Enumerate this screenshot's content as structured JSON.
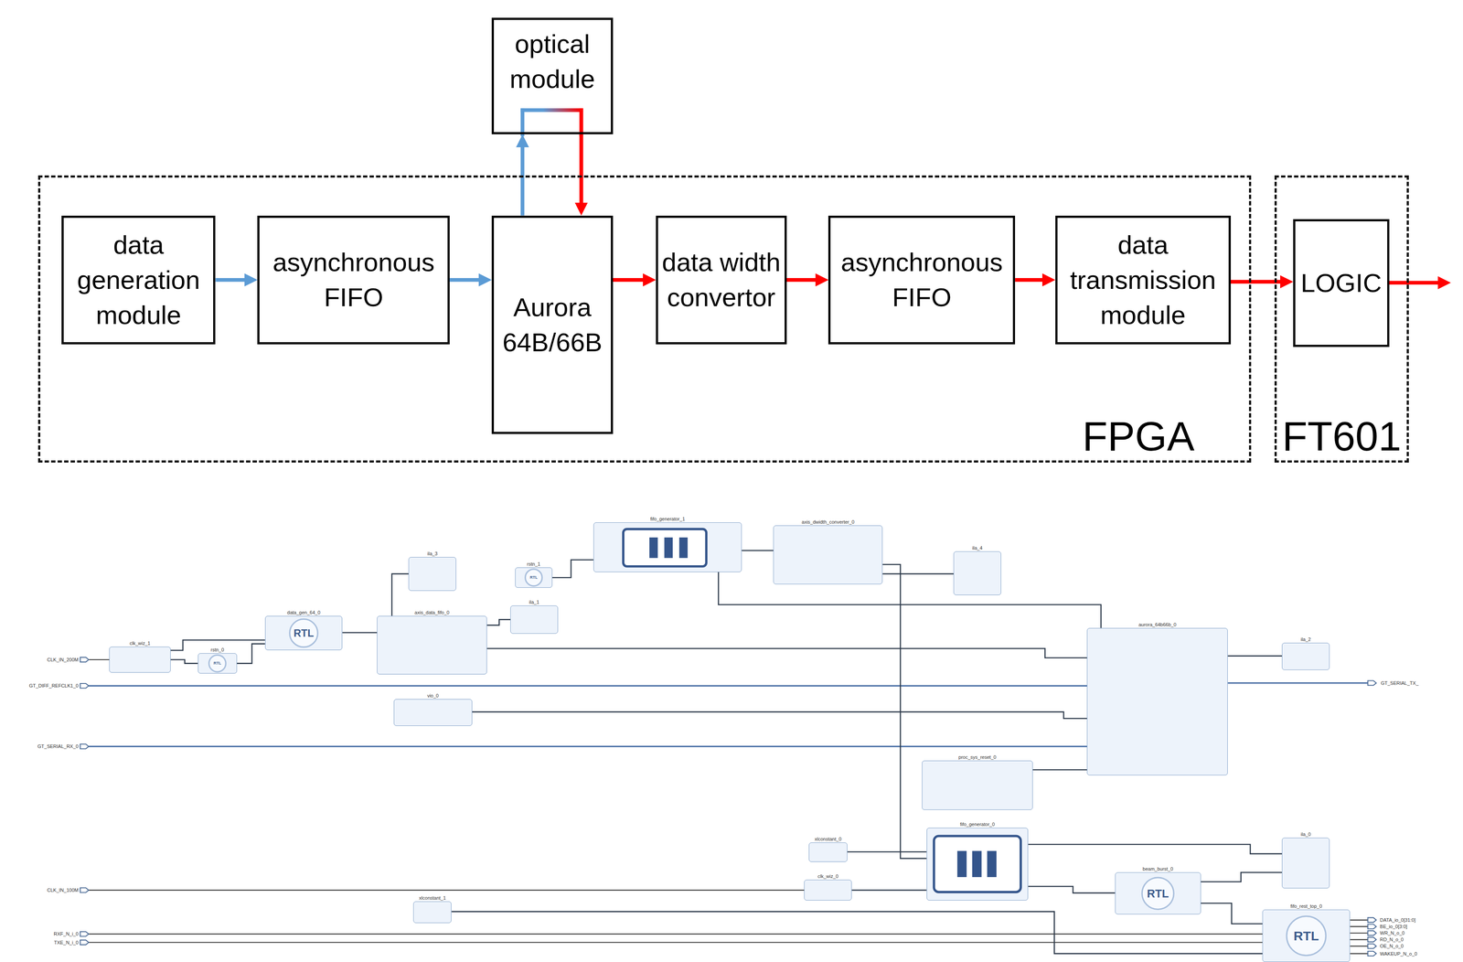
{
  "diagram": {
    "nodes": [
      {
        "text": [
          "optical module"
        ]
      },
      {
        "text": [
          "FPGA"
        ]
      },
      {
        "text": [
          "data generation module"
        ],
        "in": 1
      },
      {
        "text": [
          "asynchronous FIFO"
        ],
        "in": 1
      },
      {
        "text": [
          "Aurora 64B/66B"
        ],
        "in": 1
      },
      {
        "text": [
          "data width convertor"
        ],
        "in": 1
      },
      {
        "text": [
          "asynchronous FIFO"
        ],
        "in": 1
      },
      {
        "text": [
          "data transmission module"
        ],
        "in": 1
      },
      {
        "text": [
          "FT601"
        ]
      },
      {
        "text": [
          "LOGIC"
        ],
        "in": 8
      },
      {
        "text": [
          "fifo_generator_1"
        ]
      },
      {
        "text": [
          "axis_dwidth_converter_0"
        ]
      },
      {
        "text": [
          "ila_4"
        ]
      },
      {
        "text": [
          "ila_3"
        ]
      },
      {
        "text": [
          "rstn_1",
          "RTL"
        ]
      },
      {
        "text": [
          "ila_1"
        ]
      },
      {
        "text": [
          "data_gen_64_0",
          "RTL"
        ]
      },
      {
        "text": [
          "axis_data_fifo_0"
        ]
      },
      {
        "text": [
          "aurora_64b66b_0"
        ]
      },
      {
        "text": [
          "ila_2"
        ]
      },
      {
        "text": [
          "clk_wiz_1"
        ]
      },
      {
        "text": [
          "rstn_0",
          "RTL"
        ]
      },
      {
        "text": [
          "vio_0"
        ]
      },
      {
        "text": [
          "proc_sys_reset_0"
        ]
      },
      {
        "text": [
          "fifo_generator_0"
        ]
      },
      {
        "text": [
          "ila_0"
        ]
      },
      {
        "text": [
          "xlconstant_0"
        ]
      },
      {
        "text": [
          "beam_burst_0",
          "RTL"
        ]
      },
      {
        "text": [
          "clk_wiz_0"
        ]
      },
      {
        "text": [
          "xlconstant_1"
        ]
      },
      {
        "text": [
          "fifo_rest_top_0",
          "RTL"
        ]
      }
    ],
    "edges": [
      {
        "from": 2,
        "to": 3,
        "arrow": "to"
      },
      {
        "from": 3,
        "to": 4,
        "arrow": "to"
      },
      {
        "from": 4,
        "to": 0,
        "arrow": "to"
      },
      {
        "from": 0,
        "to": 4,
        "arrow": "to"
      },
      {
        "from": 4,
        "to": 5,
        "arrow": "to"
      },
      {
        "from": 5,
        "to": 6,
        "arrow": "to"
      },
      {
        "from": 6,
        "to": 7,
        "arrow": "to"
      },
      {
        "from": 7,
        "to": 9,
        "arrow": "to"
      },
      {
        "from": 20,
        "to": 21,
        "arrow": "none"
      },
      {
        "from": 20,
        "to": 16,
        "arrow": "none"
      },
      {
        "from": 21,
        "to": 16,
        "arrow": "none"
      },
      {
        "from": 16,
        "to": 17,
        "arrow": "none"
      },
      {
        "from": 17,
        "to": 18,
        "arrow": "none"
      },
      {
        "from": 17,
        "to": 13,
        "arrow": "none"
      },
      {
        "from": 17,
        "to": 15,
        "arrow": "none"
      },
      {
        "from": 14,
        "to": 10,
        "arrow": "none"
      },
      {
        "from": 10,
        "to": 11,
        "arrow": "none"
      },
      {
        "from": 11,
        "to": 24,
        "arrow": "none"
      },
      {
        "from": 11,
        "to": 12,
        "arrow": "none"
      },
      {
        "from": 18,
        "to": 10,
        "arrow": "none"
      },
      {
        "from": 18,
        "to": 19,
        "arrow": "none"
      },
      {
        "from": 22,
        "to": 18,
        "arrow": "none"
      },
      {
        "from": 23,
        "to": 18,
        "arrow": "none"
      },
      {
        "from": 26,
        "to": 24,
        "arrow": "none"
      },
      {
        "from": 28,
        "to": 24,
        "arrow": "none"
      },
      {
        "from": 24,
        "to": 27,
        "arrow": "none"
      },
      {
        "from": 24,
        "to": 25,
        "arrow": "none"
      },
      {
        "from": 27,
        "to": 30,
        "arrow": "none"
      },
      {
        "from": 27,
        "to": 25,
        "arrow": "none"
      },
      {
        "from": 29,
        "to": 30,
        "arrow": "none"
      }
    ],
    "labels": [
      "CLK_IN_200M",
      "GT_DIFF_REFCLK1_0",
      "GT_SERIAL_RX_0",
      "CLK_IN_100M",
      "RXF_N_i_0",
      "TXE_N_i_0",
      "GT_SERIAL_TX_",
      "DATA_io_0[31:0]",
      "BE_io_0[3:0]",
      "WR_N_o_0",
      "RD_N_o_0",
      "OE_N_o_0",
      "WAKEUP_N_o_0"
    ]
  }
}
